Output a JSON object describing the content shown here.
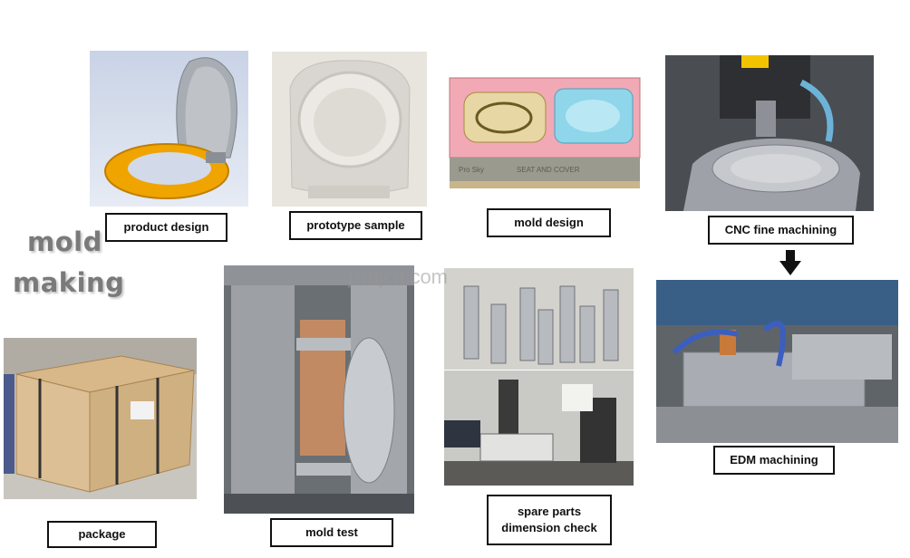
{
  "heading": {
    "line1": "mold",
    "line2": "making"
  },
  "watermark": "jzmjcn.com",
  "photo_texts": {
    "mold_design_sign": "Pro Sky",
    "mold_design_engrave": "SEAT AND COVER"
  },
  "arrow": {
    "direction": "down",
    "icon": "arrow-down-icon"
  },
  "steps": {
    "product_design": "product design",
    "prototype_sample": "prototype sample",
    "mold_design": "mold design",
    "cnc_fine_machining": "CNC fine machining",
    "edm_machining": "EDM machining",
    "spare_parts_check_line1": "spare parts",
    "spare_parts_check_line2": "dimension check",
    "mold_test": "mold test",
    "package": "package"
  },
  "colors": {
    "heading": "#7a7a7a",
    "label_border": "#111111",
    "seat_orange": "#f0a400"
  }
}
